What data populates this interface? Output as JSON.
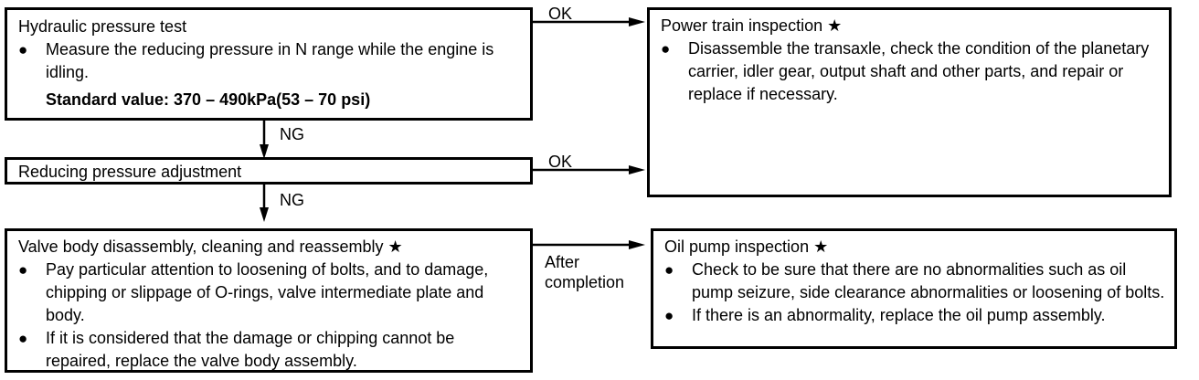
{
  "boxes": {
    "hydraulic": {
      "title": "Hydraulic pressure test",
      "bullet1": "Measure the reducing pressure in N range while the engine is idling.",
      "standard": "Standard value: 370 – 490kPa(53 – 70 psi)"
    },
    "power_train": {
      "title": "Power train inspection ★",
      "bullet1": "Disassemble the transaxle, check the condition of the planetary carrier, idler gear, output shaft and other parts, and repair or replace if necessary."
    },
    "reducing": {
      "title": "Reducing pressure adjustment"
    },
    "valve_body": {
      "title": "Valve body disassembly, cleaning and reassembly ★",
      "bullet1": "Pay particular attention to loosening of bolts, and to damage, chipping or slippage of O-rings, valve intermediate plate and body.",
      "bullet2": "If it is considered that the damage or chipping cannot be repaired, replace the valve body assembly."
    },
    "oil_pump": {
      "title": "Oil pump inspection ★",
      "bullet1": "Check to be sure that there are no abnormalities such as oil pump seizure, side clearance abnormalities or loosening of bolts.",
      "bullet2": "If there is an abnormality, replace the oil pump assembly."
    }
  },
  "labels": {
    "ok1": "OK",
    "ng1": "NG",
    "ok2": "OK",
    "ng2": "NG",
    "after1": "After",
    "after2": "completion"
  },
  "bullet_glyph": "●"
}
